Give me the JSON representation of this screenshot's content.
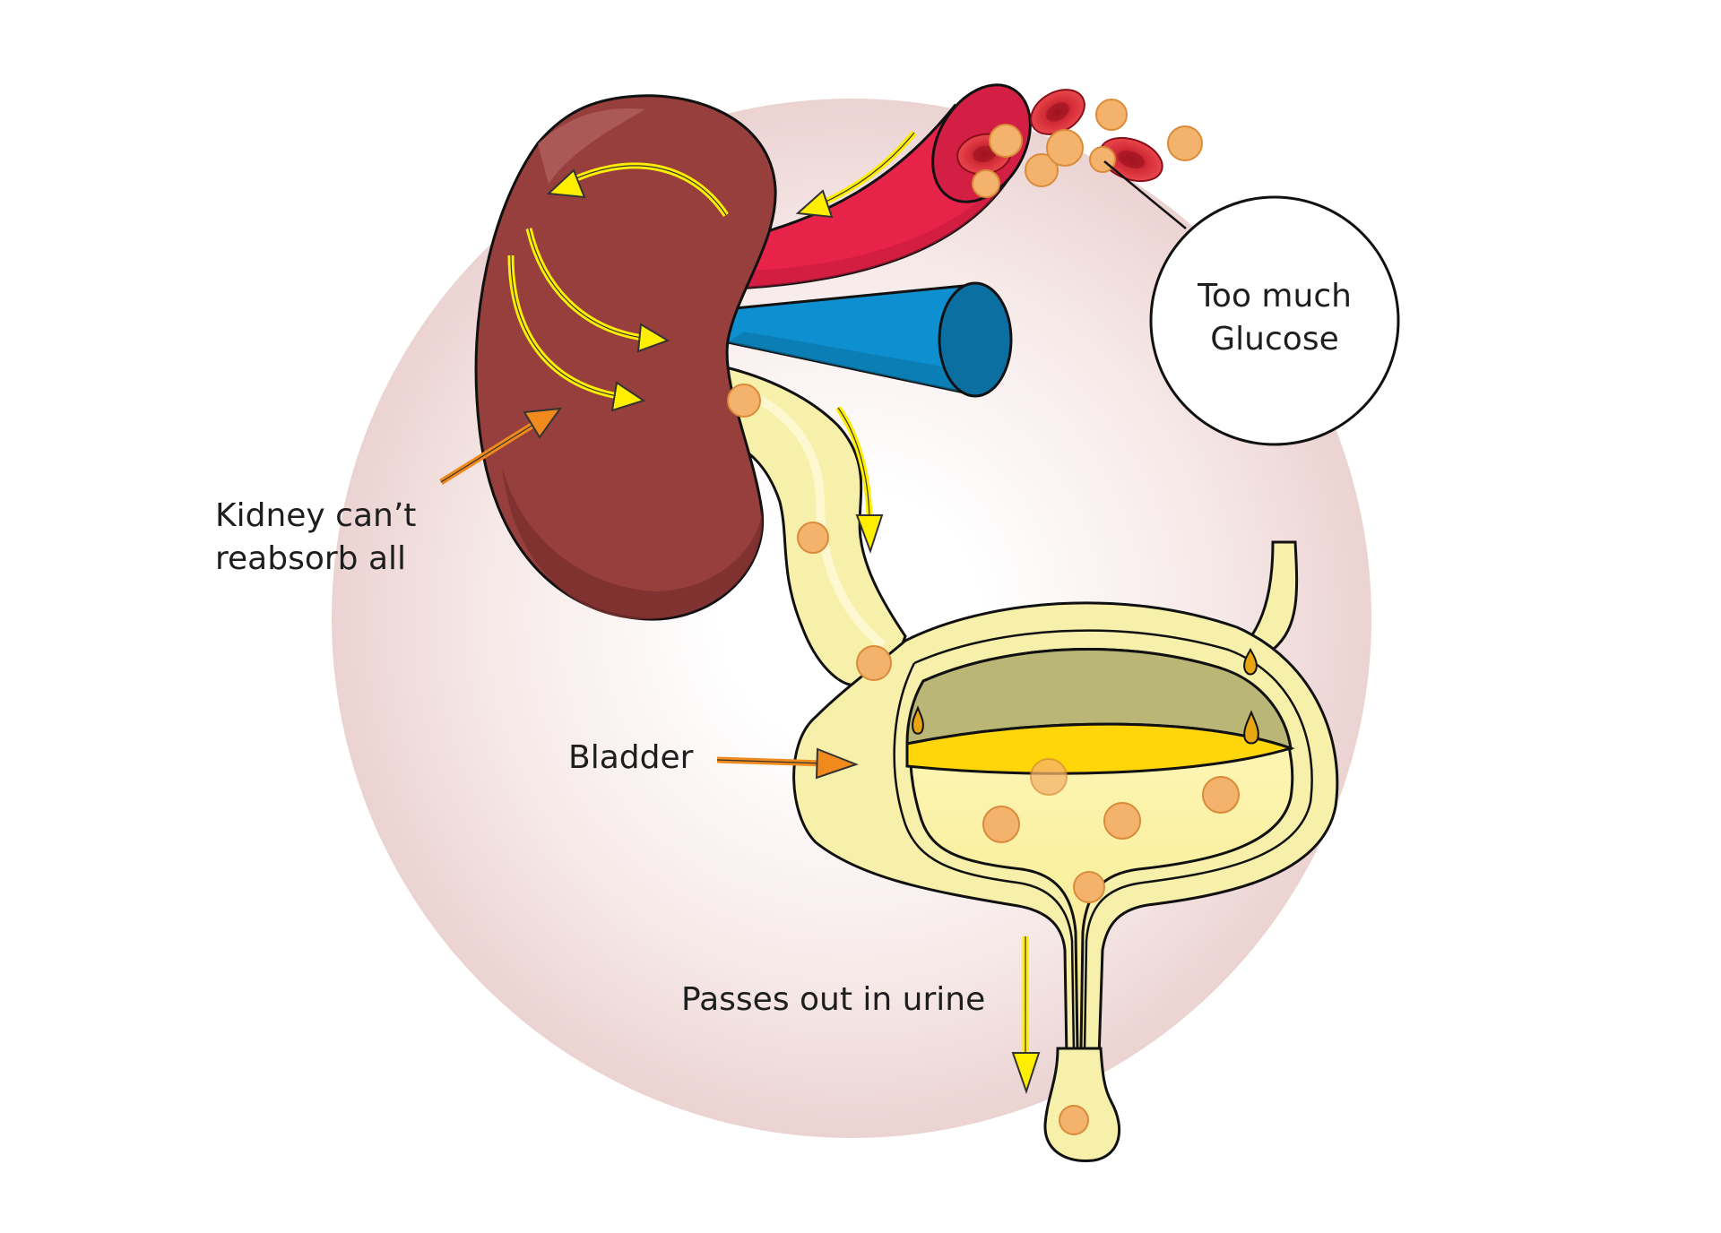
{
  "labels": {
    "glucose_line1": "Too much",
    "glucose_line2": "Glucose",
    "kidney_line1": "Kidney can’t",
    "kidney_line2": "reabsorb all",
    "bladder": "Bladder",
    "urine": "Passes out in urine"
  },
  "colors": {
    "background_circle": "#efd9d8",
    "kidney": "#973f3d",
    "artery": "#e8234a",
    "vein": "#0e8fcf",
    "urine": "#f7f0ab",
    "glucose": "#f4b36c",
    "flow_arrow": "#ffee00",
    "pointer_arrow": "#f08a1c"
  }
}
